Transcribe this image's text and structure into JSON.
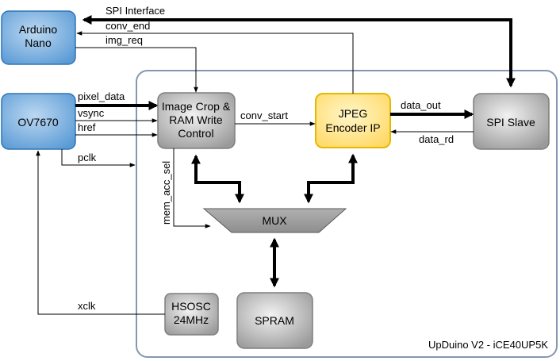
{
  "blocks": {
    "arduino": [
      "Arduino",
      "Nano"
    ],
    "ov7670": "OV7670",
    "crop": [
      "Image Crop &",
      "RAM Write",
      "Control"
    ],
    "jpeg": [
      "JPEG",
      "Encoder IP"
    ],
    "spi_slave": "SPI Slave",
    "mux": "MUX",
    "hsosc": [
      "HSOSC",
      "24MHz"
    ],
    "spram": "SPRAM"
  },
  "signals": {
    "spi_interface": "SPI Interface",
    "conv_end": "conv_end",
    "img_req": "img_req",
    "pixel_data": "pixel_data",
    "vsync": "vsync",
    "href": "href",
    "pclk": "pclk",
    "conv_start": "conv_start",
    "data_out": "data_out",
    "data_rd": "data_rd",
    "mem_acc_sel": "mem_acc_sel",
    "xclk": "xclk"
  },
  "fpga_label": "UpDuino V2 - iCE40UP5K",
  "colors": {
    "blue_block": "#5b9bd5",
    "gray_block": "#a6a6a6",
    "jpeg_block": "#ffd966",
    "fpga_border": "#8497b0"
  }
}
